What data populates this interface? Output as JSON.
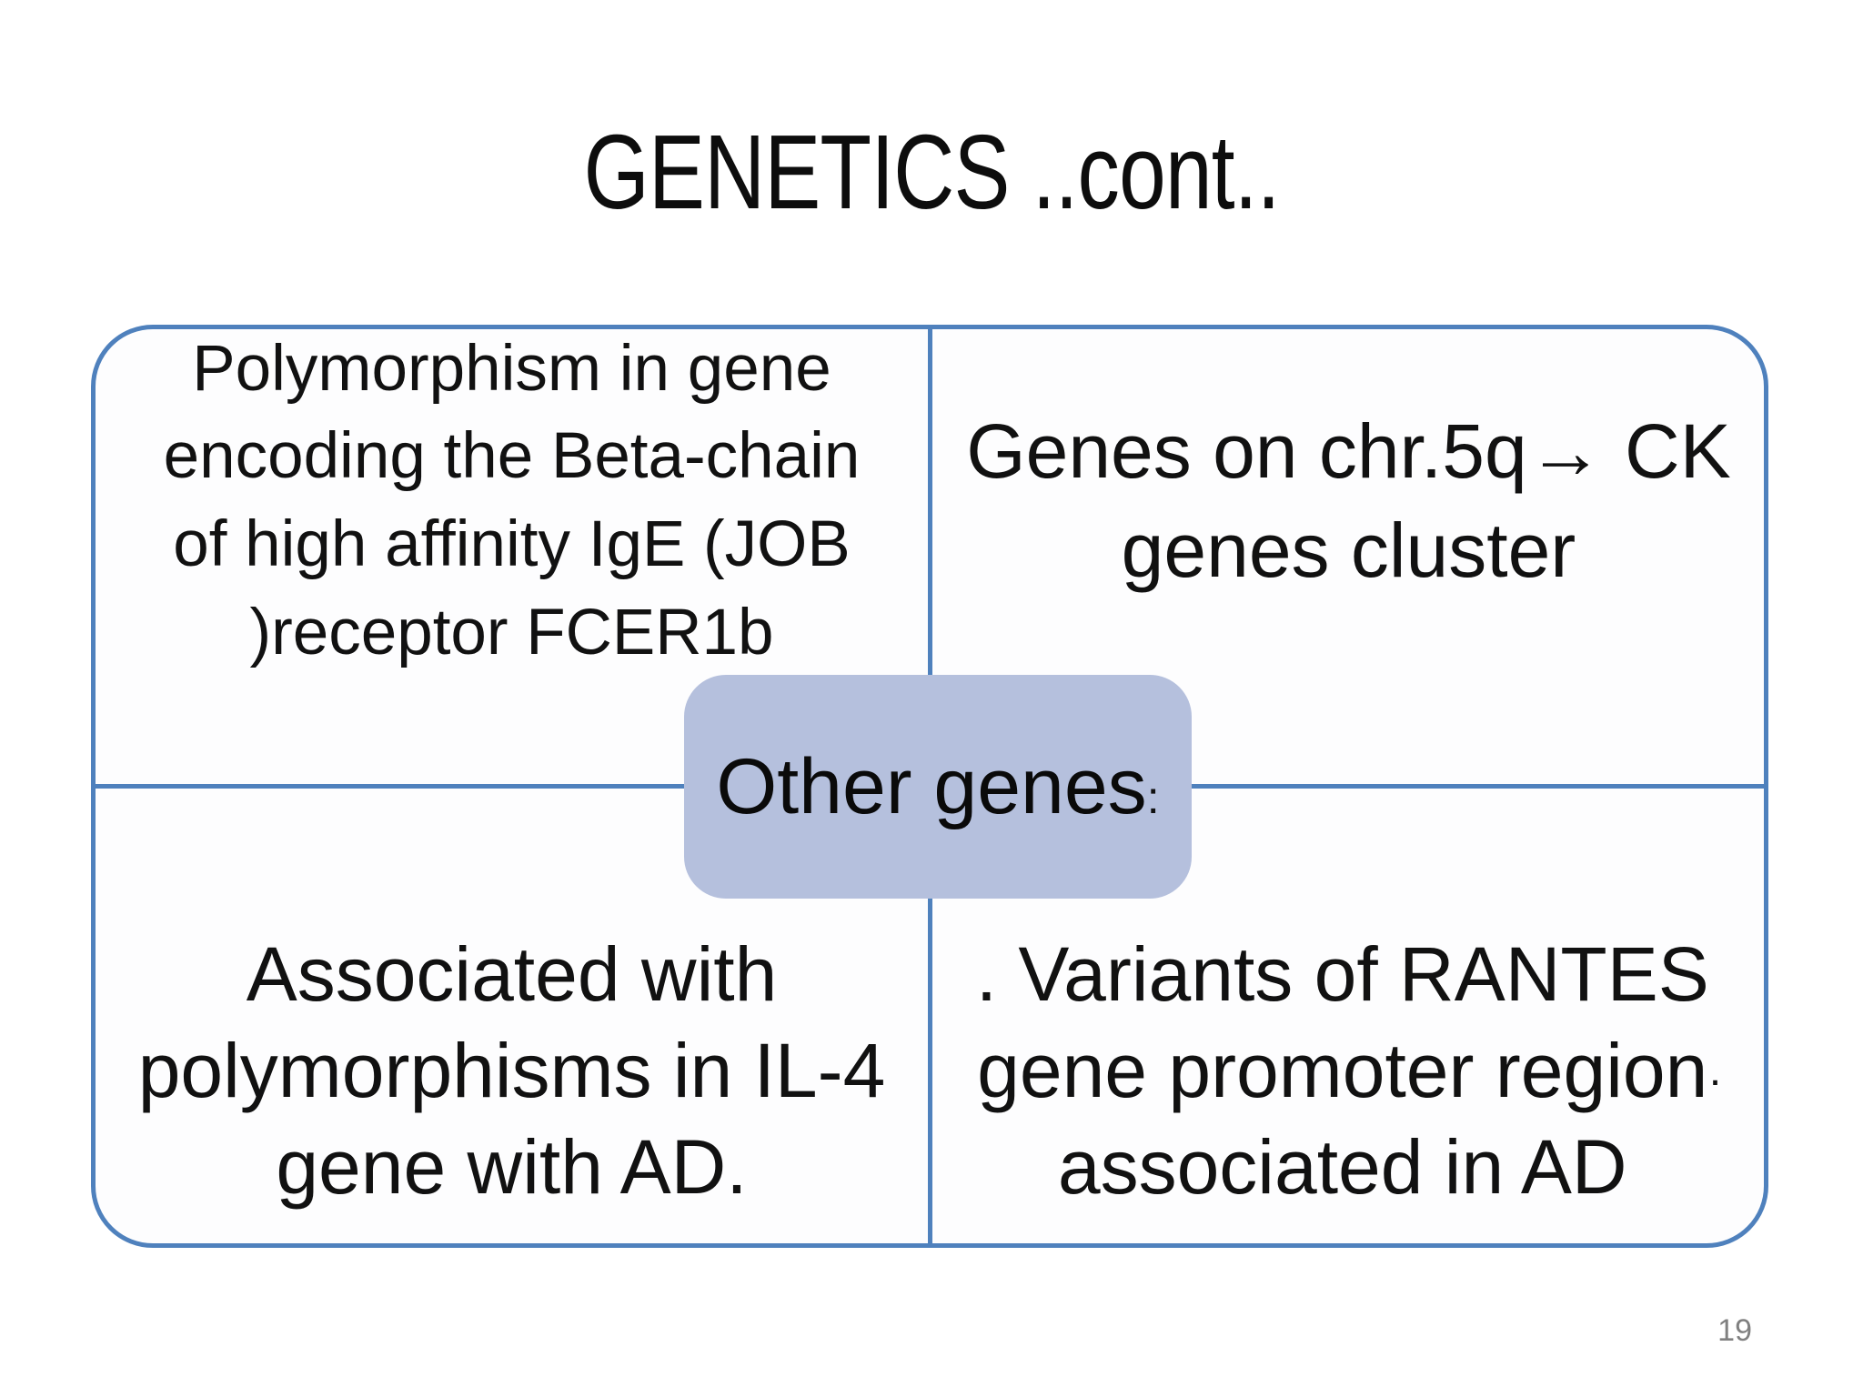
{
  "slide": {
    "title": "GENETICS ..cont..",
    "page_number": "19"
  },
  "colors": {
    "accent_blue": "#4f81bd",
    "center_box_fill": "#b5c0dd",
    "text": "#111111",
    "page_number_gray": "#808080"
  },
  "diagram": {
    "center": {
      "label": "Other genes",
      "suffix": ":"
    },
    "quadrants": {
      "top_left": "Polymorphism in gene\nencoding the Beta-chain\nof high affinity IgE (JOB\n)receptor FCER1b",
      "top_right": "Genes on chr.5q→ CK\ngenes cluster",
      "bottom_left": "Associated with\npolymorphisms in IL-4\ngene with AD.",
      "bottom_right": ". Variants of RANTES\ngene promoter region\nassociated in AD",
      "bottom_right_suffix": "."
    }
  }
}
